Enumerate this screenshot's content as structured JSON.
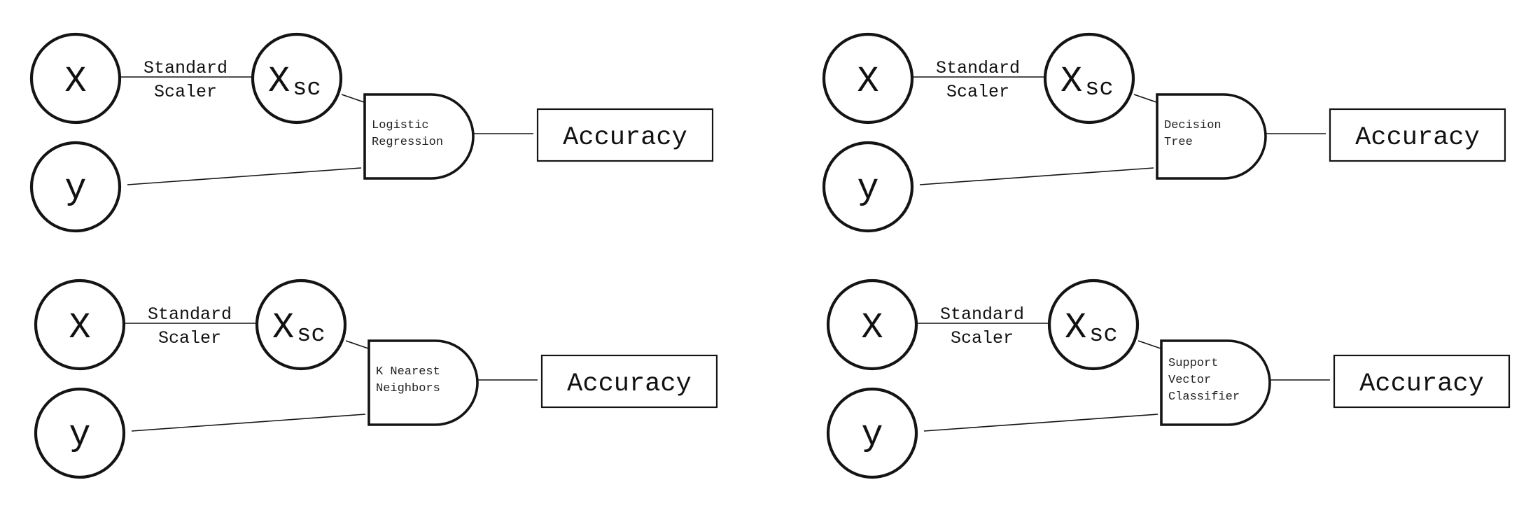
{
  "pipelines": [
    {
      "id": "logistic-regression",
      "x_label": "X",
      "xsc_label": "X",
      "xsc_sub": "sc",
      "y_label": "y",
      "scaler_label": [
        "Standard",
        "Scaler"
      ],
      "model_label": [
        "Logistic",
        "Regression"
      ],
      "output_label": "Accuracy"
    },
    {
      "id": "decision-tree",
      "x_label": "X",
      "xsc_label": "X",
      "xsc_sub": "sc",
      "y_label": "y",
      "scaler_label": [
        "Standard",
        "Scaler"
      ],
      "model_label": [
        "Decision",
        "Tree"
      ],
      "output_label": "Accuracy"
    },
    {
      "id": "k-nearest-neighbors",
      "x_label": "X",
      "xsc_label": "X",
      "xsc_sub": "sc",
      "y_label": "y",
      "scaler_label": [
        "Standard",
        "Scaler"
      ],
      "model_label": [
        "K Nearest",
        "Neighbors"
      ],
      "output_label": "Accuracy"
    },
    {
      "id": "support-vector-classifier",
      "x_label": "X",
      "xsc_label": "X",
      "xsc_sub": "sc",
      "y_label": "y",
      "scaler_label": [
        "Standard",
        "Scaler"
      ],
      "model_label": [
        "Support",
        "Vector",
        "Classifier"
      ],
      "output_label": "Accuracy"
    }
  ]
}
